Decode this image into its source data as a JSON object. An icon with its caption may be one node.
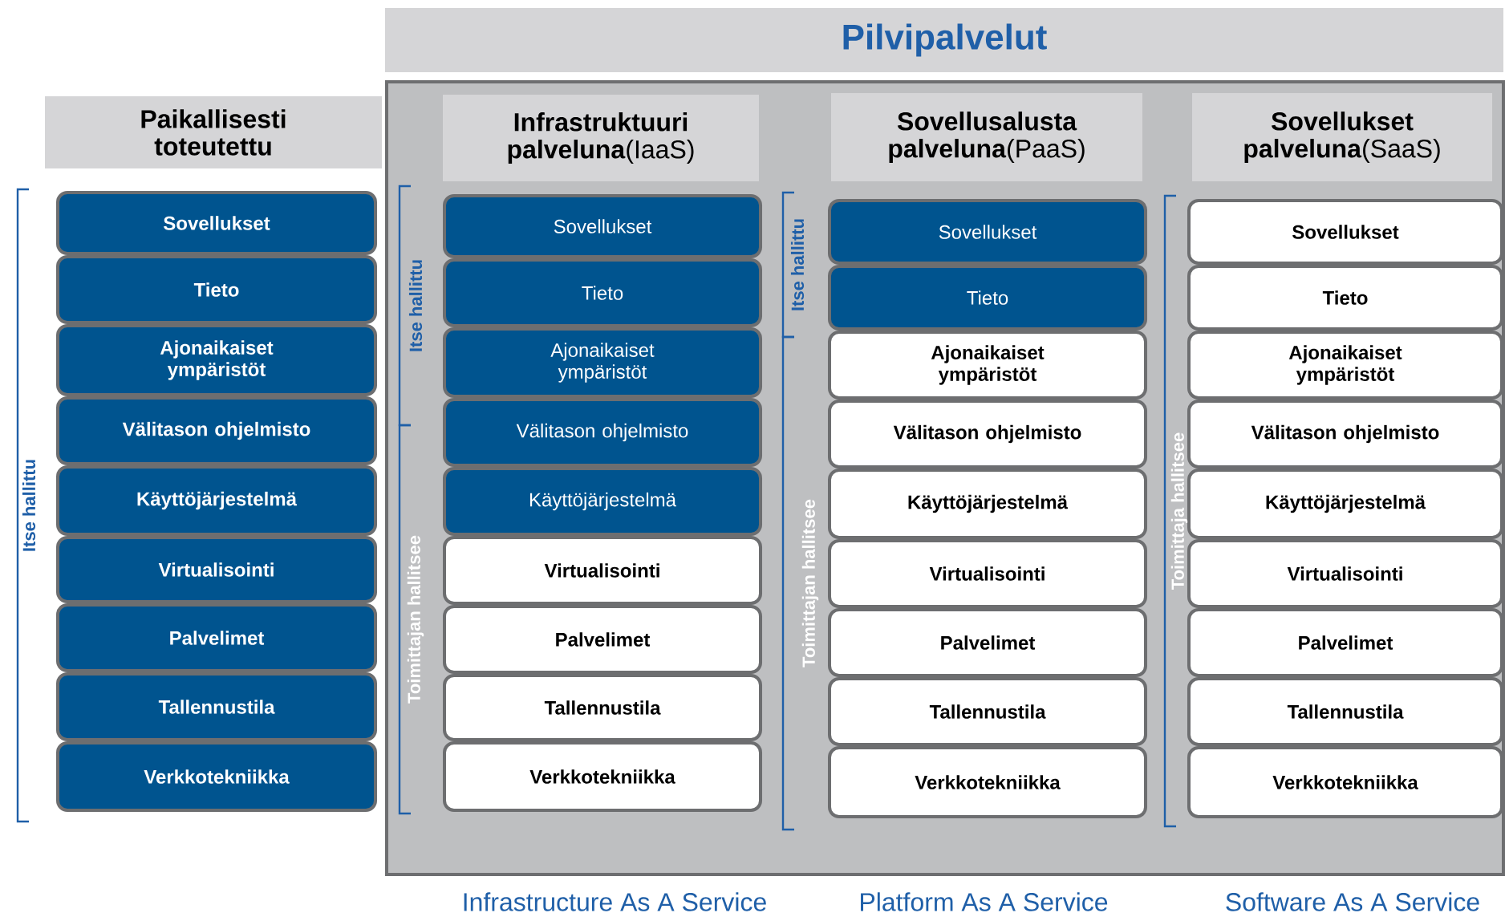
{
  "diagram": {
    "nodes": [
      {
        "text": [
          "Pilvipalvelut"
        ]
      },
      {
        "text": [
          "Paikallisesti toteutettu"
        ]
      },
      {
        "text": [
          "Sovellukset"
        ]
      },
      {
        "text": [
          "Tieto"
        ]
      },
      {
        "text": [
          "Ajonaikaiset ympäristöt"
        ]
      },
      {
        "text": [
          "Välitason ohjelmisto"
        ]
      },
      {
        "text": [
          "Käyttöjärjestelmä"
        ]
      },
      {
        "text": [
          "Virtualisointi"
        ]
      },
      {
        "text": [
          "Palvelimet"
        ]
      },
      {
        "text": [
          "Tallennustila"
        ]
      },
      {
        "text": [
          "Verkkotekniikka"
        ]
      },
      {
        "text": [
          "**Infrastruktuuri palveluna**(IaaS)"
        ]
      },
      {
        "text": [
          "Sovellukset"
        ]
      },
      {
        "text": [
          "Tieto"
        ]
      },
      {
        "text": [
          "Ajonaikaiset ympäristöt"
        ]
      },
      {
        "text": [
          "Välitason ohjelmisto"
        ]
      },
      {
        "text": [
          "Käyttöjärjestelmä"
        ]
      },
      {
        "text": [
          "Virtualisointi"
        ]
      },
      {
        "text": [
          "Palvelimet"
        ]
      },
      {
        "text": [
          "Tallennustila"
        ]
      },
      {
        "text": [
          "Verkkotekniikka"
        ]
      },
      {
        "text": [
          "**Sovellusalusta palveluna**(PaaS)"
        ]
      },
      {
        "text": [
          "Sovellukset"
        ]
      },
      {
        "text": [
          "Tieto"
        ]
      },
      {
        "text": [
          "Ajonaikaiset ympäristöt"
        ]
      },
      {
        "text": [
          "Välitason ohjelmisto"
        ]
      },
      {
        "text": [
          "Käyttöjärjestelmä"
        ]
      },
      {
        "text": [
          "Virtualisointi"
        ]
      },
      {
        "text": [
          "Palvelimet"
        ]
      },
      {
        "text": [
          "Tallennustila"
        ]
      },
      {
        "text": [
          "Verkkotekniikka"
        ]
      },
      {
        "text": [
          "**Sovellukset palveluna**(SaaS)"
        ]
      },
      {
        "text": [
          "Sovellukset"
        ]
      },
      {
        "text": [
          "Tieto"
        ]
      },
      {
        "text": [
          "Ajonaikaiset ympäristöt"
        ]
      },
      {
        "text": [
          "Välitason ohjelmisto"
        ]
      },
      {
        "text": [
          "Käyttöjärjestelmä"
        ]
      },
      {
        "text": [
          "Virtualisointi"
        ]
      },
      {
        "text": [
          "Palvelimet"
        ]
      },
      {
        "text": [
          "Tallennustila"
        ]
      },
      {
        "text": [
          "Verkkotekniikka"
        ]
      }
    ],
    "labels": [
      "Itse hallittu",
      "Itse hallittu",
      "Toimittajan hallitsee",
      "Itse hallittu",
      "Toimittajan hallitsee",
      "Toimittaja hallitsee",
      "Infrastructure As A Service",
      "Platform As A Service",
      "Software As A Service"
    ]
  }
}
